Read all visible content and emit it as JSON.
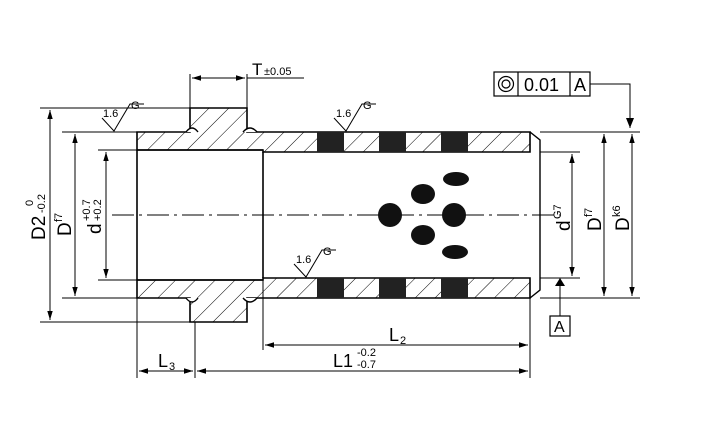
{
  "tolerance": {
    "symbol_name": "concentricity-icon",
    "value": "0.01",
    "datum": "A"
  },
  "datum_label": "A",
  "dims": {
    "T": {
      "sym": "T",
      "tol": "±0.05"
    },
    "D2": {
      "sym": "D2",
      "up": "0",
      "lo": "-0.2"
    },
    "D_left": {
      "sym": "D",
      "sup": "f7"
    },
    "d_left": {
      "sym": "d",
      "up": "+0.7",
      "lo": "+0.2"
    },
    "d_right": {
      "sym": "d",
      "sup": "G7"
    },
    "D_right": {
      "sym": "D",
      "sup": "f7"
    },
    "D_k6": {
      "sym": "D",
      "sup": "k6"
    },
    "L2": {
      "sym": "L",
      "sub": "2"
    },
    "L1": {
      "sym": "L1",
      "up": "-0.2",
      "lo": "-0.7"
    },
    "L3": {
      "sym": "L",
      "sub": "3"
    }
  },
  "roughness": [
    {
      "value": "1.6",
      "grade": "G"
    },
    {
      "value": "1.6",
      "grade": "G"
    },
    {
      "value": "1.6",
      "grade": "G"
    }
  ]
}
